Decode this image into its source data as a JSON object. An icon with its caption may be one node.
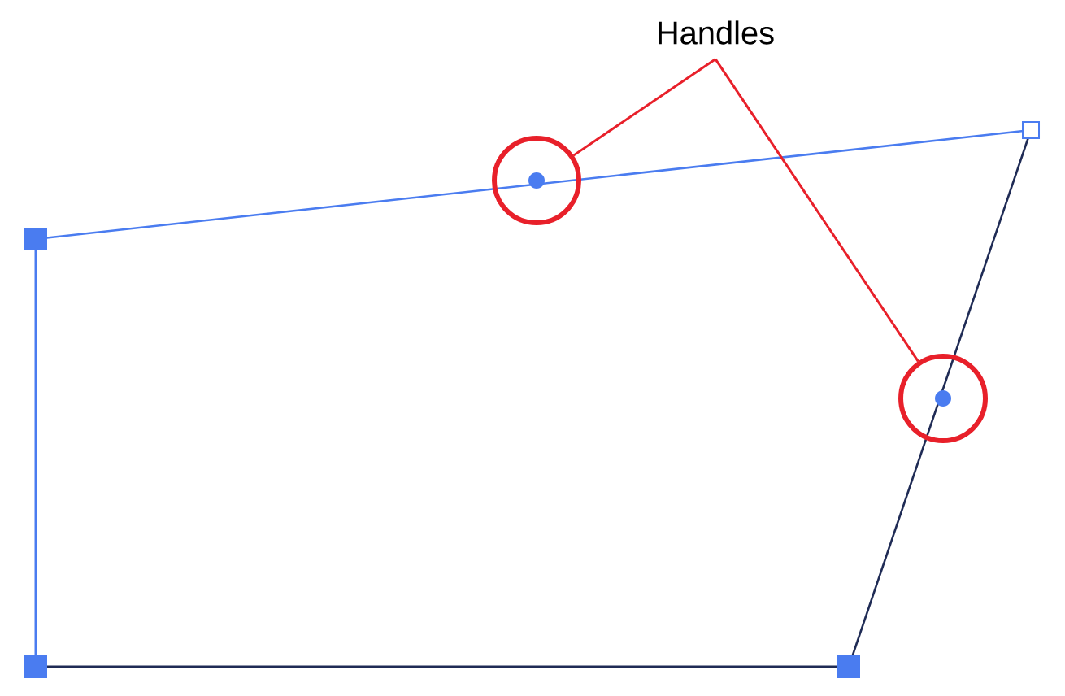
{
  "diagram": {
    "nodes": [
      {
        "text": [
          "Handles"
        ]
      },
      {
        "text": [],
        "shape": "circle"
      },
      {
        "text": [],
        "shape": "circle"
      }
    ],
    "edges": [
      {
        "from": 0,
        "to": 1,
        "arrow": "none"
      },
      {
        "from": 0,
        "to": 2,
        "arrow": "none"
      }
    ]
  }
}
